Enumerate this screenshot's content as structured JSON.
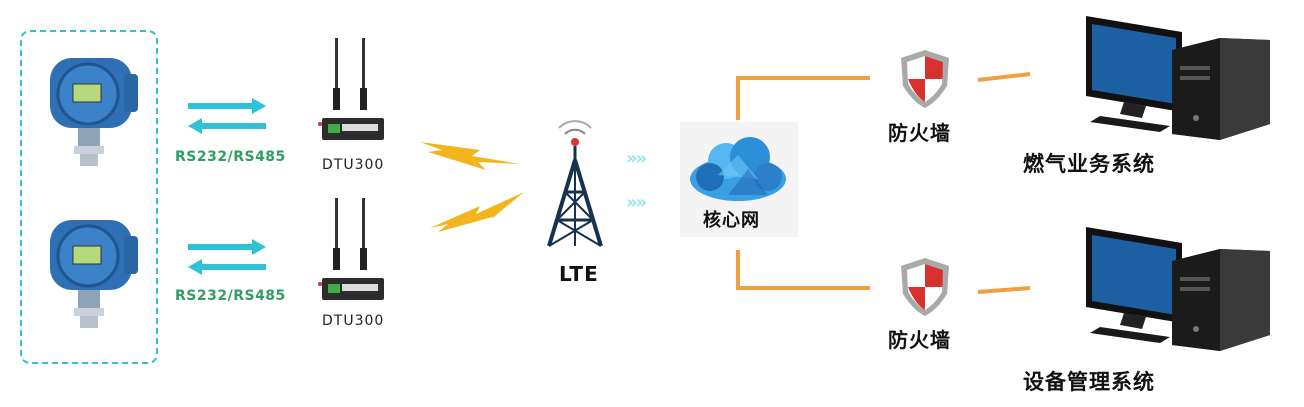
{
  "sensors": [
    {
      "protocol_label": "RS232/RS485"
    },
    {
      "protocol_label": "RS232/RS485"
    }
  ],
  "dtus": [
    {
      "label": "DTU300"
    },
    {
      "label": "DTU300"
    }
  ],
  "lte": {
    "label": "LTE"
  },
  "core_network": {
    "label": "核心网"
  },
  "firewalls": [
    {
      "label": "防火墙"
    },
    {
      "label": "防火墙"
    }
  ],
  "systems": [
    {
      "label": "燃气业务系统"
    },
    {
      "label": "设备管理系统"
    }
  ],
  "colors": {
    "arrow_cyan": "#2ec2d6",
    "link_orange": "#f0a040",
    "lightning_yellow": "#f2b51c",
    "shield_red": "#d8322e",
    "cloud_blue": "#2b8fd8",
    "monitor_screen": "#1d5fa3",
    "dashed_border": "#35c1c9"
  }
}
